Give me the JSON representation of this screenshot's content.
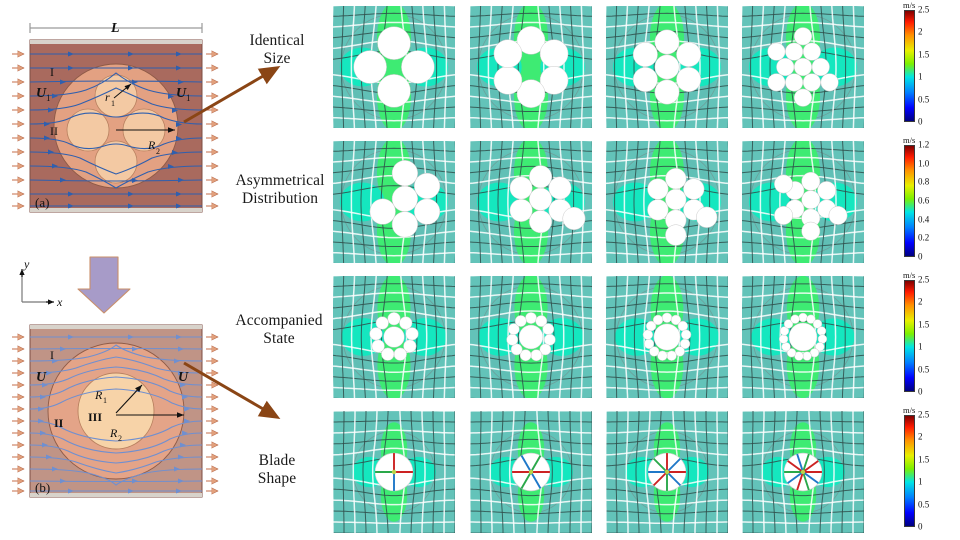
{
  "figure": {
    "panels": [
      {
        "id": "a",
        "tag": "(a)",
        "dimension_label": "L",
        "region_outer": "I",
        "region_mid": "II",
        "velocity_label": "U",
        "velocity_sub": "1",
        "radius_small": "r",
        "radius_small_sub": "1",
        "radius_large": "R",
        "radius_large_sub": "2",
        "inner_circle_count": 4
      },
      {
        "id": "b",
        "tag": "(b)",
        "region_outer": "I",
        "region_mid": "II",
        "region_core": "III",
        "velocity_label": "U",
        "radius_inner": "R",
        "radius_inner_sub": "1",
        "radius_outer": "R",
        "radius_outer_sub": "2"
      }
    ],
    "axes": {
      "x": "x",
      "y": "y"
    },
    "arrow_down_color": "#a79bc8",
    "arrow_diagonal_color": "#8a4515"
  },
  "rows": [
    {
      "label_line1": "Identical",
      "label_line2": "Size"
    },
    {
      "label_line1": "Asymmetrical",
      "label_line2": "Distribution"
    },
    {
      "label_line1": "Accompanied",
      "label_line2": "State"
    },
    {
      "label_line1": "Blade",
      "label_line2": "Shape"
    }
  ],
  "colorbars": [
    {
      "unit": "m/s",
      "ticks": [
        "2.5",
        "2",
        "1.5",
        "1",
        "0.5",
        "0"
      ],
      "max": 2.5,
      "min": 0
    },
    {
      "unit": "m/s",
      "ticks": [
        "1.2",
        "1.0",
        "0.8",
        "0.6",
        "0.4",
        "0.2",
        "0"
      ],
      "max": 1.2,
      "min": 0
    },
    {
      "unit": "m/s",
      "ticks": [
        "2.5",
        "2",
        "1.5",
        "1",
        "0.5",
        "0"
      ],
      "max": 2.5,
      "min": 0
    },
    {
      "unit": "m/s",
      "ticks": [
        "2.5",
        "2",
        "1.5",
        "1",
        "0.5",
        "0"
      ],
      "max": 2.5,
      "min": 0
    }
  ],
  "chart_data": {
    "type": "heatmap",
    "title": "",
    "description": "4x4 grid of CFD velocity-magnitude contour fields on deformed mesh, one row per particle-cluster configuration",
    "colormap": "jet",
    "background_color": "#63c3b9",
    "row_categories": [
      "Identical Size",
      "Asymmetrical Distribution",
      "Accompanied State",
      "Blade Shape"
    ],
    "column_count": 4,
    "legend": "colorbar-right",
    "grid": true,
    "tiles": [
      {
        "row": 0,
        "col": 0,
        "cluster": "identical",
        "n": 4,
        "radius": 0.135,
        "layout": "diamond",
        "colorbar": 0
      },
      {
        "row": 0,
        "col": 1,
        "cluster": "identical",
        "n": 6,
        "radius": 0.115,
        "layout": "hex",
        "colorbar": 0
      },
      {
        "row": 0,
        "col": 2,
        "cluster": "identical",
        "n": 7,
        "radius": 0.1,
        "layout": "hex7",
        "colorbar": 0
      },
      {
        "row": 0,
        "col": 3,
        "cluster": "identical",
        "n": 12,
        "radius": 0.072,
        "layout": "packed",
        "colorbar": 0
      },
      {
        "row": 1,
        "col": 0,
        "cluster": "asymmetric",
        "n": 6,
        "radius": 0.105,
        "layout": "skewed",
        "colorbar": 1
      },
      {
        "row": 1,
        "col": 1,
        "cluster": "asymmetric",
        "n": 8,
        "radius": 0.092,
        "layout": "skewed",
        "colorbar": 1
      },
      {
        "row": 1,
        "col": 2,
        "cluster": "asymmetric",
        "n": 9,
        "radius": 0.085,
        "layout": "skewed",
        "colorbar": 1
      },
      {
        "row": 1,
        "col": 3,
        "cluster": "asymmetric",
        "n": 11,
        "radius": 0.075,
        "layout": "skewed",
        "colorbar": 1
      },
      {
        "row": 2,
        "col": 0,
        "cluster": "accompanied",
        "n": 9,
        "core": 0.085,
        "radius": 0.052,
        "colorbar": 2
      },
      {
        "row": 2,
        "col": 1,
        "cluster": "accompanied",
        "n": 11,
        "core": 0.098,
        "radius": 0.046,
        "colorbar": 2
      },
      {
        "row": 2,
        "col": 2,
        "cluster": "accompanied",
        "n": 13,
        "core": 0.108,
        "radius": 0.04,
        "colorbar": 2
      },
      {
        "row": 2,
        "col": 3,
        "cluster": "accompanied",
        "n": 15,
        "core": 0.115,
        "radius": 0.036,
        "colorbar": 2
      },
      {
        "row": 3,
        "col": 0,
        "cluster": "blade",
        "blades": 4,
        "colorbar": 3
      },
      {
        "row": 3,
        "col": 1,
        "cluster": "blade",
        "blades": 6,
        "colorbar": 3
      },
      {
        "row": 3,
        "col": 2,
        "cluster": "blade",
        "blades": 8,
        "colorbar": 3
      },
      {
        "row": 3,
        "col": 3,
        "cluster": "blade",
        "blades": 10,
        "colorbar": 3
      }
    ],
    "colorbar_stops": [
      {
        "pos": 0.0,
        "color": "#00007f"
      },
      {
        "pos": 0.12,
        "color": "#0000ff"
      },
      {
        "pos": 0.26,
        "color": "#0080ff"
      },
      {
        "pos": 0.4,
        "color": "#00e5e5"
      },
      {
        "pos": 0.52,
        "color": "#7cf000"
      },
      {
        "pos": 0.64,
        "color": "#e8f000"
      },
      {
        "pos": 0.78,
        "color": "#ff9000"
      },
      {
        "pos": 0.9,
        "color": "#ff1a00"
      },
      {
        "pos": 1.0,
        "color": "#7f0000"
      }
    ]
  }
}
